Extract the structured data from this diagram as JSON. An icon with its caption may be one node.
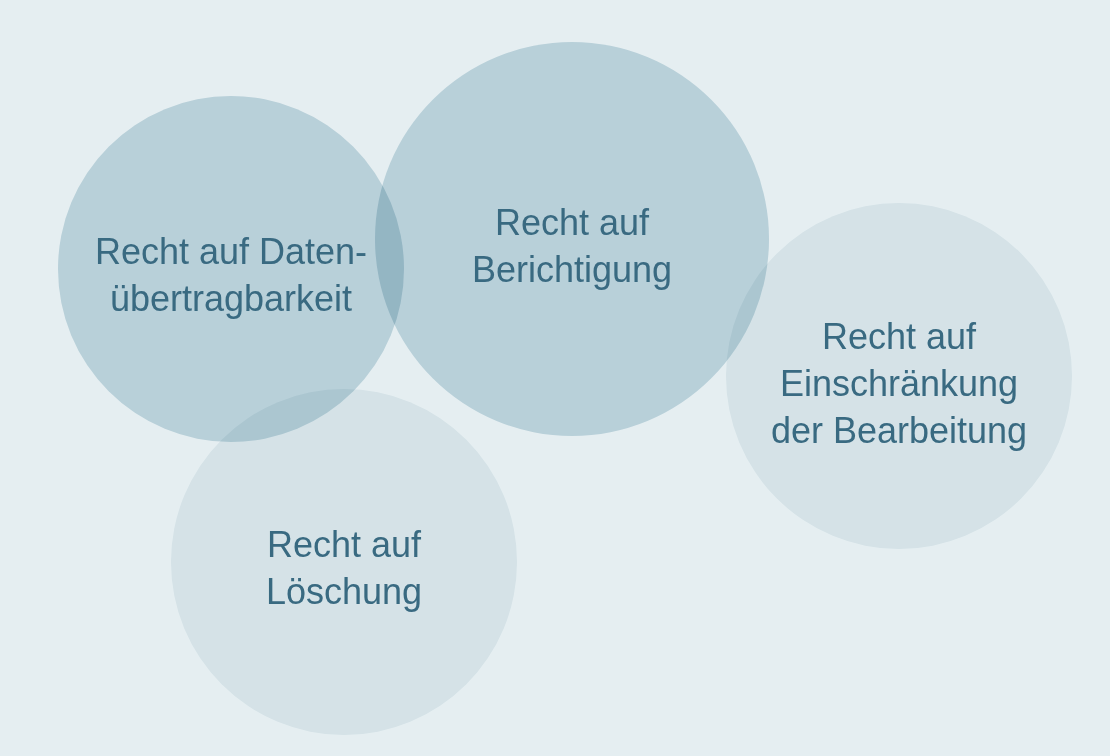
{
  "diagram": {
    "nodes": [
      {
        "text": [
          "Recht auf Daten- übertragbarkeit"
        ]
      },
      {
        "text": [
          "Recht auf Berichtigung"
        ]
      },
      {
        "text": [
          "Recht auf Einschränkung der Bearbeitung"
        ]
      },
      {
        "text": [
          "Recht auf Löschung"
        ]
      }
    ]
  }
}
